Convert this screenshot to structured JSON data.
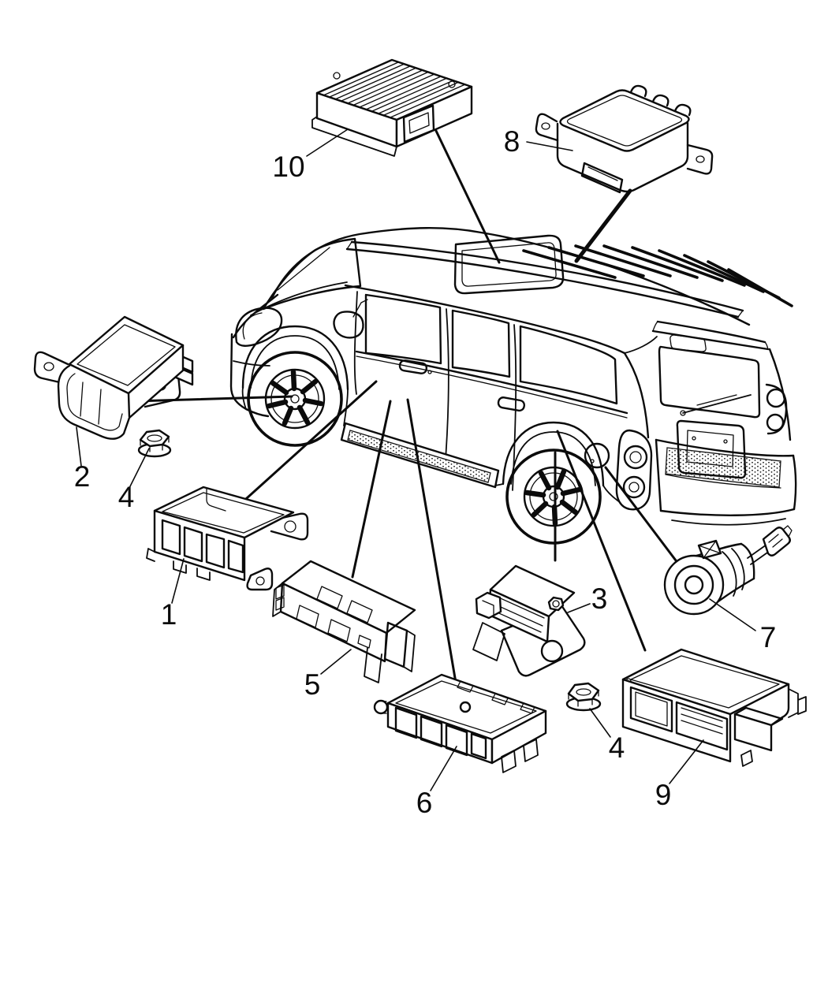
{
  "figure": {
    "background": "#ffffff",
    "ink": "#0b0b0b",
    "callouts": {
      "c1": "1",
      "c2": "2",
      "c3": "3",
      "c4a": "4",
      "c4b": "4",
      "c5": "5",
      "c6": "6",
      "c7": "7",
      "c8": "8",
      "c9": "9",
      "c10": "10"
    }
  }
}
